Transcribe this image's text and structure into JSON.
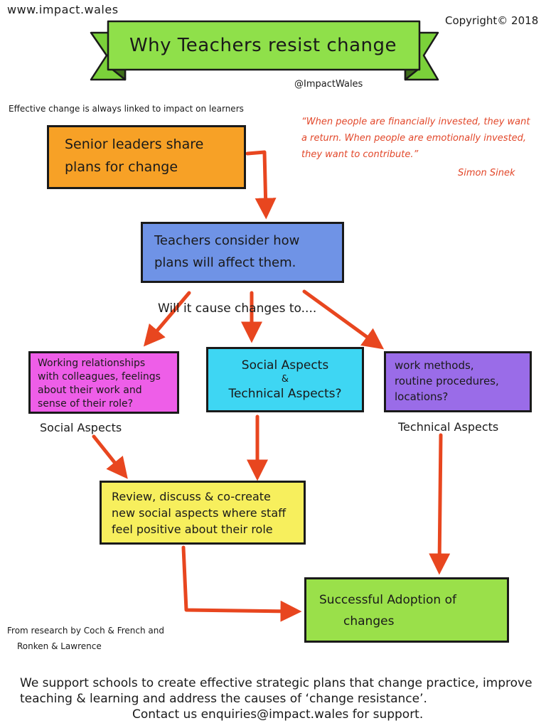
{
  "header": {
    "site": "www.impact.wales",
    "copyright": "Copyright© 2018",
    "title": "Why Teachers resist change",
    "handle": "@ImpactWales"
  },
  "intro": "Effective change is always linked to impact on learners",
  "quote": {
    "text": "“When people are financially invested, they want a return. When people are emotionally invested, they want to contribute.”",
    "author": "Simon Sinek"
  },
  "colors": {
    "banner": "#8fe04a",
    "orange": "#f7a126",
    "blue": "#6f93e6",
    "magenta": "#ee5ee8",
    "cyan": "#3ed6f3",
    "purple": "#9a6ce8",
    "yellow": "#f7ef5d",
    "green": "#9ae04a",
    "arrow": "#e8461f",
    "quote": "#e2472a"
  },
  "boxes": {
    "leaders": [
      "Senior leaders share",
      "plans for change"
    ],
    "teachers": [
      "Teachers consider how",
      "plans will affect them."
    ],
    "question": "Will it cause changes to....",
    "social": [
      "Working relationships",
      "with colleagues, feelings",
      "about their work and",
      "sense of their role?"
    ],
    "both": {
      "line1": "Social Aspects",
      "amp": "&",
      "line2": "Technical Aspects?"
    },
    "technical": [
      "work methods,",
      "routine procedures,",
      "locations?"
    ],
    "social_label": "Social Aspects",
    "technical_label": "Technical Aspects",
    "review": [
      "Review, discuss & co-create",
      "new social aspects where staff",
      "feel positive about their role"
    ],
    "adoption": [
      "Successful Adoption of",
      "changes"
    ]
  },
  "research": [
    "From research by Coch & French and",
    "Ronken & Lawrence"
  ],
  "footer": {
    "line1": "We support schools to create effective strategic plans that change practice, improve",
    "line2": "teaching & learning and address the causes of ‘change resistance’.",
    "line3": "Contact us enquiries@impact.wales    for support."
  }
}
